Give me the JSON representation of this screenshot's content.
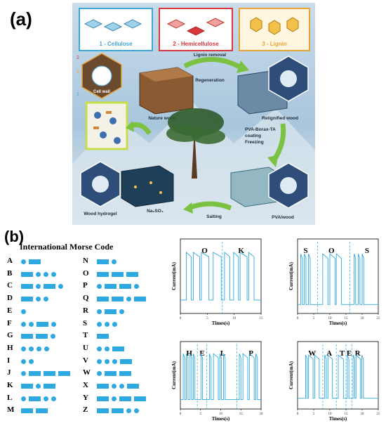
{
  "panel_a": {
    "label": "(a)",
    "top_boxes": [
      "1 - Cellulose",
      "2 - Hemicellulose",
      "3 - Lignin"
    ],
    "steps": {
      "lignin_removal": "Lignin removal",
      "regeneration": "Regeneration",
      "coating": [
        "PVA-Borax-TA",
        "coating",
        "Freezing"
      ],
      "salting": "Salting"
    },
    "stages": {
      "cell_wall": "Cell wall",
      "nature_wood": "Nature wood",
      "relignified_wood": "Relignified wood",
      "pva_wood": "PVA/wood",
      "wood_hydrogel": "Wood hydrogel",
      "salt": "Na₂SO₄"
    },
    "markers": [
      "1",
      "2",
      "3"
    ],
    "colors": {
      "sky": "#b9d3e6",
      "cellulose": "#3fa7d6",
      "hemicellulose": "#d9373c",
      "lignin": "#e8a33a",
      "arrow": "#7cc242"
    }
  },
  "panel_b": {
    "label": "(b)",
    "morse_title": "International Morse Code",
    "morse_color": "#2ea8e0",
    "morse": [
      {
        "letter": "A",
        "code": ".-"
      },
      {
        "letter": "B",
        "code": "-..."
      },
      {
        "letter": "C",
        "code": "-.-."
      },
      {
        "letter": "D",
        "code": "-.."
      },
      {
        "letter": "E",
        "code": "."
      },
      {
        "letter": "F",
        "code": "..-."
      },
      {
        "letter": "G",
        "code": "--."
      },
      {
        "letter": "H",
        "code": "...."
      },
      {
        "letter": "I",
        "code": ".."
      },
      {
        "letter": "J",
        "code": ".---"
      },
      {
        "letter": "K",
        "code": "-.-"
      },
      {
        "letter": "L",
        "code": ".-.."
      },
      {
        "letter": "M",
        "code": "--"
      },
      {
        "letter": "N",
        "code": "-."
      },
      {
        "letter": "O",
        "code": "---"
      },
      {
        "letter": "P",
        "code": ".--."
      },
      {
        "letter": "Q",
        "code": "--.-"
      },
      {
        "letter": "R",
        "code": ".-."
      },
      {
        "letter": "S",
        "code": "..."
      },
      {
        "letter": "T",
        "code": "-"
      },
      {
        "letter": "U",
        "code": "..-"
      },
      {
        "letter": "V",
        "code": "...-"
      },
      {
        "letter": "W",
        "code": ".--"
      },
      {
        "letter": "X",
        "code": "-..-"
      },
      {
        "letter": "Y",
        "code": "-.--"
      },
      {
        "letter": "Z",
        "code": "--.."
      }
    ]
  },
  "chart_data": [
    {
      "type": "line",
      "xlabel": "Times(s)",
      "ylabel": "Current(mA)",
      "xlim": [
        0,
        15
      ],
      "xticks": [
        0,
        5,
        10,
        15
      ],
      "words": [
        "O",
        "K"
      ],
      "word_x": [
        4.5,
        11.3
      ],
      "separators": [
        7.8
      ],
      "series": [
        {
          "color": "#2ea8e0",
          "pulses": [
            [
              1.1,
              2.0
            ],
            [
              2.4,
              3.6
            ],
            [
              3.9,
              5.3
            ],
            [
              6.1,
              7.6
            ],
            [
              8.2,
              9.2
            ],
            [
              9.9,
              10.8
            ],
            [
              11.1,
              12.4
            ],
            [
              12.7,
              13.7
            ]
          ],
          "y_base": 0.18,
          "y_high": 0.82
        }
      ]
    },
    {
      "type": "line",
      "xlabel": "Times(s)",
      "ylabel": "Current(mA)",
      "xlim": [
        0,
        25
      ],
      "xticks": [
        0,
        5,
        10,
        15,
        20,
        25
      ],
      "words": [
        "S",
        "O",
        "S"
      ],
      "word_x": [
        2.5,
        10.5
      ],
      "word_x_extra": [
        21.5
      ],
      "separators": [
        6.2,
        16.2
      ],
      "series": [
        {
          "color": "#2ea8e0",
          "pulses": [
            [
              1.0,
              1.5
            ],
            [
              2.1,
              2.6
            ],
            [
              3.4,
              3.9
            ],
            [
              7.8,
              9.4
            ],
            [
              10.0,
              11.6
            ],
            [
              12.0,
              13.6
            ],
            [
              17.5,
              18.0
            ],
            [
              18.8,
              19.3
            ],
            [
              20.0,
              20.5
            ]
          ],
          "y_base": 0.12,
          "y_high": 0.8
        }
      ]
    },
    {
      "type": "line",
      "xlabel": "Times(s)",
      "ylabel": "Current(mA)",
      "xlim": [
        0,
        20
      ],
      "xticks": [
        0,
        5,
        10,
        15,
        20
      ],
      "words": [
        "H",
        "E",
        "L",
        "P"
      ],
      "word_x": [
        2.2,
        5.4,
        10.5,
        17.5
      ],
      "separators": [
        4.2,
        6.5,
        14.0
      ],
      "series": [
        {
          "color": "#2ea8e0",
          "pulses": [
            [
              0.7,
              1.1
            ],
            [
              1.5,
              1.9
            ],
            [
              2.4,
              2.8
            ],
            [
              3.2,
              3.6
            ],
            [
              5.1,
              5.5
            ],
            [
              7.2,
              7.6
            ],
            [
              8.2,
              9.4
            ],
            [
              9.8,
              10.2
            ],
            [
              10.7,
              11.1
            ],
            [
              14.6,
              15.0
            ],
            [
              15.5,
              16.7
            ],
            [
              17.1,
              18.3
            ],
            [
              18.7,
              19.1
            ]
          ],
          "y_base": 0.14,
          "y_high": 0.82
        }
      ]
    },
    {
      "type": "line",
      "xlabel": "Times(s)",
      "ylabel": "Current(mA)",
      "xlim": [
        0,
        25
      ],
      "xticks": [
        0,
        5,
        10,
        15,
        20,
        25
      ],
      "words": [
        "W",
        "A",
        "T",
        "E",
        "R"
      ],
      "word_x": [
        4.5,
        9.8,
        13.8,
        16.0,
        18.6
      ],
      "separators": [
        7.8,
        12.0,
        15.0,
        16.8
      ],
      "series": [
        {
          "color": "#2ea8e0",
          "pulses": [
            [
              2.5,
              3.0
            ],
            [
              3.4,
              4.8
            ],
            [
              5.3,
              6.7
            ],
            [
              8.4,
              8.9
            ],
            [
              9.4,
              10.8
            ],
            [
              12.6,
              14.2
            ],
            [
              15.4,
              15.9
            ],
            [
              17.2,
              17.7
            ],
            [
              18.1,
              19.5
            ],
            [
              19.9,
              20.4
            ]
          ],
          "y_base": 0.16,
          "y_high": 0.8
        }
      ]
    }
  ]
}
